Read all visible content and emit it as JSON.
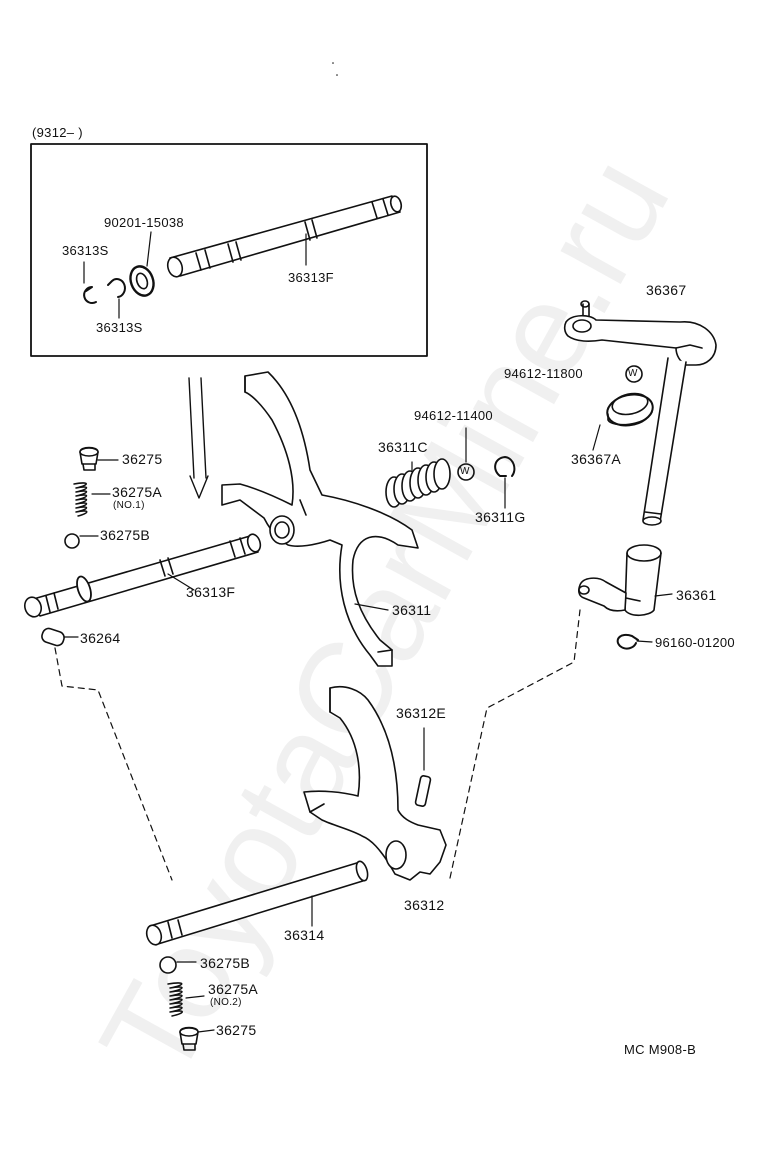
{
  "watermark": "ToyotaCarMine.ru",
  "date_range": "(9312–        )",
  "footer_code": "MC M908-B",
  "labels": {
    "p90201_15038": "90201-15038",
    "p36313S_a": "36313S",
    "p36313S_b": "36313S",
    "p36313F_inset": "36313F",
    "p36367": "36367",
    "p94612_11800": "94612-11800",
    "p94612_11400": "94612-11400",
    "p36367A": "36367A",
    "p36311C": "36311C",
    "p36311G": "36311G",
    "p36275_top": "36275",
    "p36275A_top": "36275A",
    "no1": "(NO.1)",
    "p36275B_top": "36275B",
    "p36313F_main": "36313F",
    "p36311": "36311",
    "p36361": "36361",
    "p96160_01200": "96160-01200",
    "p36264": "36264",
    "p36312E": "36312E",
    "p36312": "36312",
    "p36314": "36314",
    "p36275B_bot": "36275B",
    "p36275A_bot": "36275A",
    "no2": "(NO.2)",
    "p36275_bot": "36275"
  },
  "washer_mark": "W"
}
